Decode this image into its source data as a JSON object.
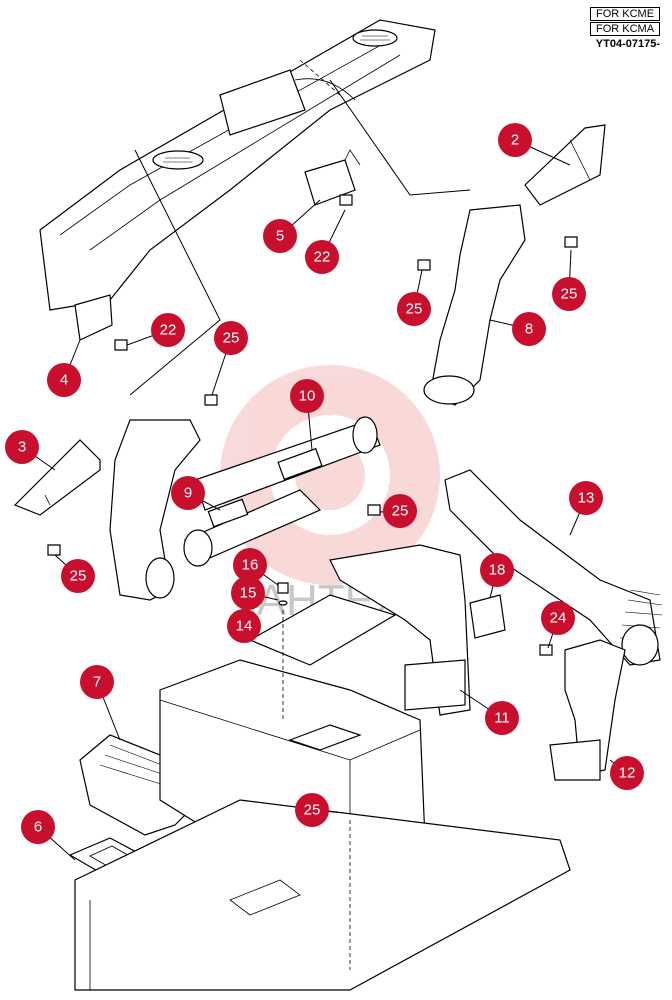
{
  "header": {
    "line1": "FOR KCME",
    "line2": "FOR KCMA",
    "code": "YT04-07175-"
  },
  "watermark": {
    "text": "AHTEX"
  },
  "callouts": [
    "2",
    "5",
    "22",
    "25",
    "8",
    "25",
    "22",
    "4",
    "25",
    "10",
    "3",
    "9",
    "25",
    "25",
    "13",
    "16",
    "15",
    "14",
    "18",
    "24",
    "7",
    "11",
    "12",
    "25",
    "6"
  ]
}
